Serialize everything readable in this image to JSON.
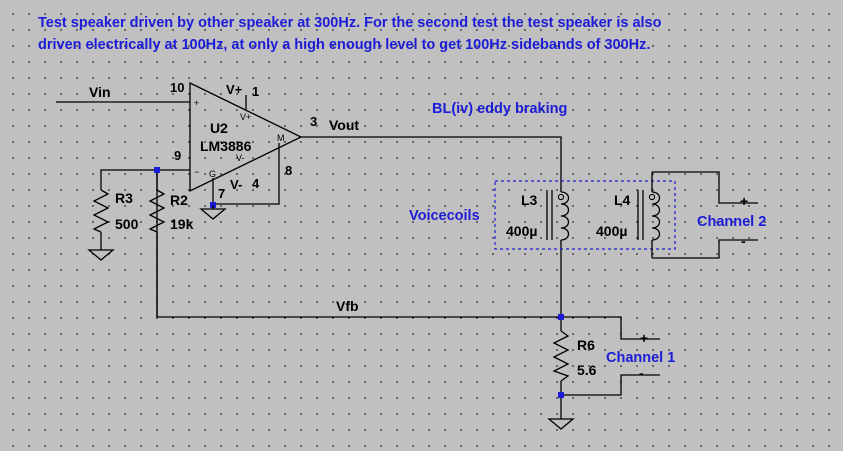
{
  "notes": {
    "line1": "Test speaker driven by other speaker at 300Hz. For the second test the test speaker is also",
    "line2": "driven electrically at 100Hz, at only a high enough level to get 100Hz sidebands of 300Hz.",
    "eddy": "BL(iv) eddy braking",
    "voicecoils": "Voicecoils",
    "channel1": "Channel 1",
    "channel2": "Channel 2"
  },
  "nets": {
    "vin": "Vin",
    "vout": "Vout",
    "vfb": "Vfb"
  },
  "opamp": {
    "ref": "U2",
    "part": "LM3886",
    "pins": {
      "in_plus": "10",
      "vplus": "1",
      "in_minus": "9",
      "vminus": "4",
      "out": "3",
      "mute": "8",
      "gnd": "7"
    },
    "vplus_label": "V+",
    "vminus_label": "V-",
    "sym_plus": "+",
    "sym_minus": "−",
    "sym_vplus": "V+",
    "sym_vminus": "V-",
    "sym_g": "G",
    "sym_m": "M"
  },
  "resistors": [
    {
      "ref": "R3",
      "value": "500"
    },
    {
      "ref": "R2",
      "value": "19k"
    },
    {
      "ref": "R6",
      "value": "5.6"
    }
  ],
  "inductors": [
    {
      "ref": "L3",
      "value": "400µ"
    },
    {
      "ref": "L4",
      "value": "400µ"
    }
  ],
  "ports": {
    "plus": "+",
    "minus": "-"
  }
}
